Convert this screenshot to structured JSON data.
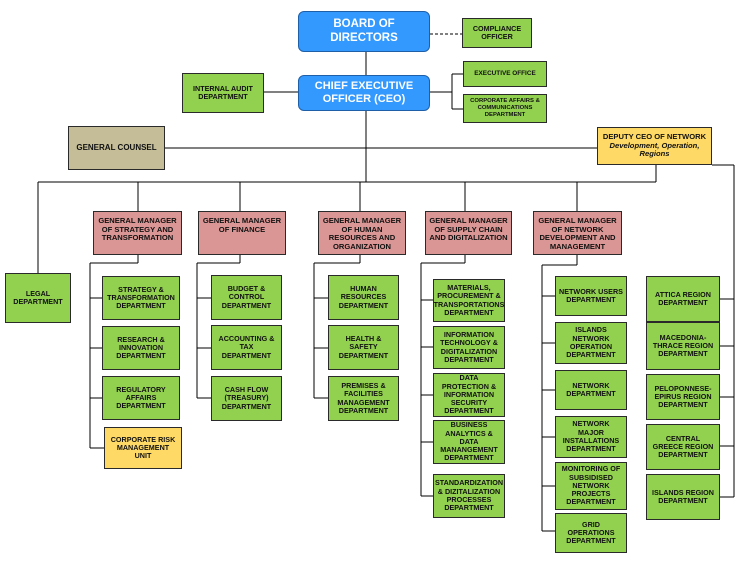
{
  "board": "BOARD OF DIRECTORS",
  "compliance": "COMPLIANCE OFFICER",
  "ceo": "CHIEF EXECUTIVE OFFICER (CEO)",
  "internal_audit": "INTERNAL AUDIT DEPARTMENT",
  "executive_office": "EXECUTIVE OFFICE",
  "corporate_affairs": "CORPORATE AFFAIRS & COMMUNICATIONS DEPARTMENT",
  "general_counsel": "GENERAL COUNSEL",
  "deputy": {
    "title": "DEPUTY CEO OF NETWORK",
    "subtitle": "Development, Operation, Regions"
  },
  "legal": "LEGAL DEPARTMENT",
  "gm_strategy": {
    "title": "GENERAL MANAGER OF STRATEGY AND TRANSFORMATION",
    "departments": [
      "STRATEGY & TRANSFORMATION DEPARTMENT",
      "RESEARCH & INNOVATION DEPARTMENT",
      "REGULATORY AFFAIRS DEPARTMENT"
    ],
    "risk_unit": "CORPORATE RISK MANAGEMENT UNIT"
  },
  "gm_finance": {
    "title": "GENERAL MANAGER OF FINANCE",
    "departments": [
      "BUDGET & CONTROL DEPARTMENT",
      "ACCOUNTING & TAX DEPARTMENT",
      "CASH FLOW (TREASURY) DEPARTMENT"
    ]
  },
  "gm_hr": {
    "title": "GENERAL MANAGER OF HUMAN RESOURCES AND ORGANIZATION",
    "departments": [
      "HUMAN RESOURCES DEPARTMENT",
      "HEALTH & SAFETY DEPARTMENT",
      "PREMISES & FACILITIES MANAGEMENT DEPARTMENT"
    ]
  },
  "gm_supply": {
    "title": "GENERAL MANAGER OF SUPPLY CHAIN AND DIGITALIZATION",
    "departments": [
      "MATERIALS, PROCUREMENT & TRANSPORTATIONS DEPARTMENT",
      "INFORMATION TECHNOLOGY & DIGITALIZATION DEPARTMENT",
      "DATA PROTECTION & INFORMATION SECURITY DEPARTMENT",
      "BUSINESS ANALYTICS & DATA MANANGEMENT DEPARTMENT",
      "STANDARDIZATION & DIZITALIZATION PROCESSES DEPARTMENT"
    ]
  },
  "gm_network": {
    "title": "GENERAL MANAGER OF NETWORK DEVELOPMENT AND MANAGEMENT",
    "departments": [
      "NETWORK USERS DEPARTMENT",
      "ISLANDS NETWORK OPERATION DEPARTMENT",
      "NETWORK DEPARTMENT",
      "NETWORK MAJOR INSTALLATIONS DEPARTMENT",
      "MONITORING OF SUBSIDISED NETWORK PROJECTS DEPARTMENT",
      "GRID OPERATIONS DEPARTMENT"
    ]
  },
  "regions": [
    "ATTICA REGION DEPARTMENT",
    "MACEDONIA-THRACE REGION DEPARTMENT",
    "PELOPONNESE-EPIRUS REGION DEPARTMENT",
    "CENTRAL GREECE REGION DEPARTMENT",
    "ISLANDS REGION DEPARTMENT"
  ]
}
